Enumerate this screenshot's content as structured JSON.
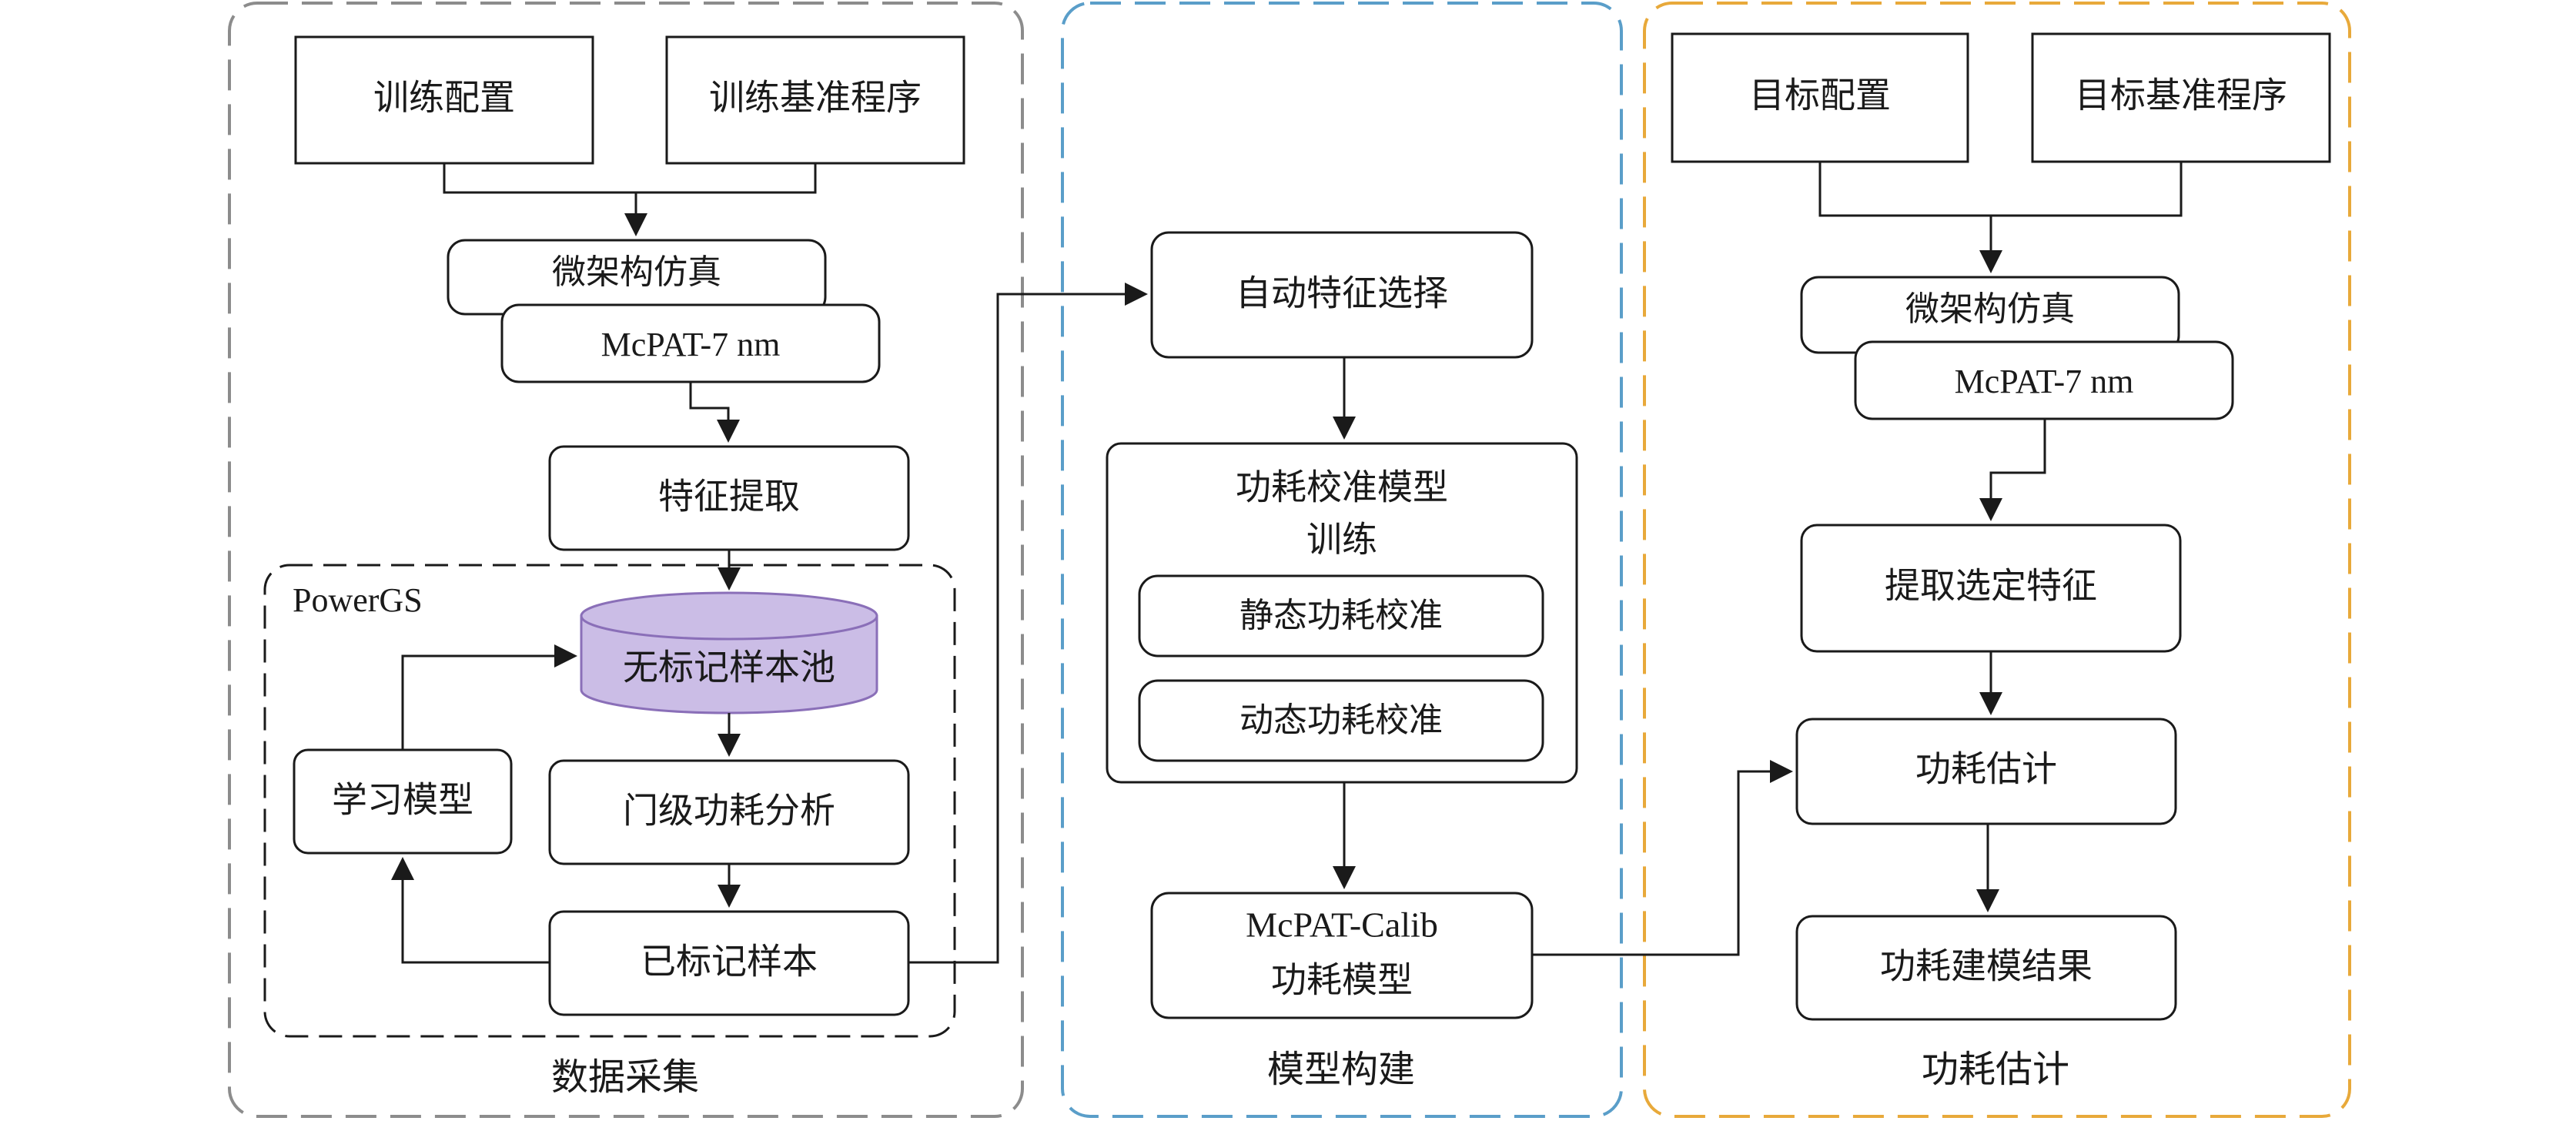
{
  "colors": {
    "stroke": "#1a1a1a",
    "collect_border": "#8c8c8c",
    "build_border": "#5a9ec9",
    "estimate_border": "#e8a93a",
    "pool_fill": "#cbbde6",
    "pool_stroke": "#8a6fb8"
  },
  "sections": {
    "collect": {
      "label": "数据采集"
    },
    "build": {
      "label": "模型构建"
    },
    "estimate": {
      "label": "功耗估计"
    }
  },
  "collect": {
    "train_config": "训练配置",
    "train_benchmark": "训练基准程序",
    "uarch_sim": "微架构仿真",
    "mcpat": "McPAT-7 nm",
    "feature_extract": "特征提取",
    "powergs": {
      "label": "PowerGS",
      "pool": "无标记样本池",
      "gate_analysis": "门级功耗分析",
      "labeled": "已标记样本",
      "learn_model": "学习模型"
    }
  },
  "build": {
    "auto_feature": "自动特征选择",
    "calib_train_line1": "功耗校准模型",
    "calib_train_line2": "训练",
    "static_calib": "静态功耗校准",
    "dynamic_calib": "动态功耗校准",
    "mcpat_calib_line1": "McPAT-Calib",
    "mcpat_calib_line2": "功耗模型"
  },
  "estimate": {
    "target_config": "目标配置",
    "target_benchmark": "目标基准程序",
    "uarch_sim": "微架构仿真",
    "mcpat": "McPAT-7 nm",
    "extract_selected": "提取选定特征",
    "power_estimate": "功耗估计",
    "result": "功耗建模结果"
  }
}
